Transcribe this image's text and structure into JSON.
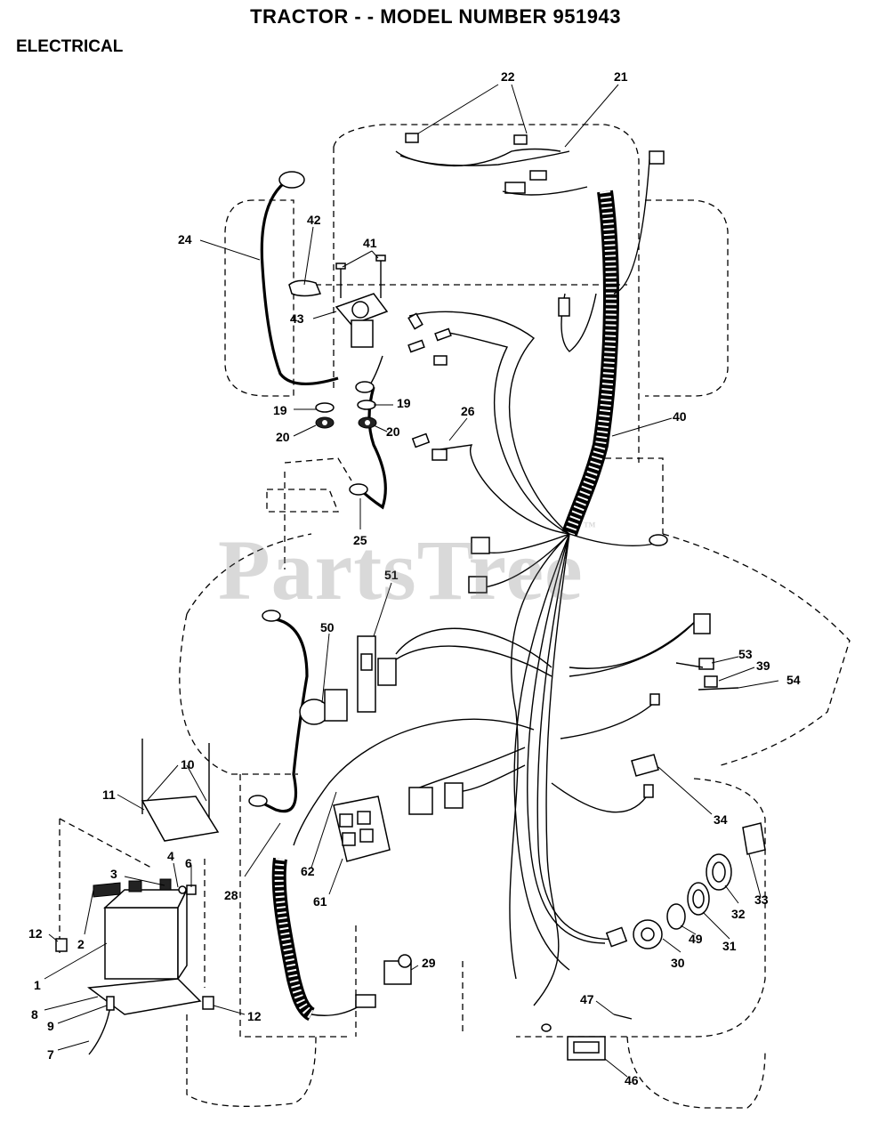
{
  "header": {
    "title": "TRACTOR - - MODEL NUMBER 951943",
    "section": "ELECTRICAL"
  },
  "watermark": {
    "text": "PartsTree",
    "trademark": "™"
  },
  "callouts": {
    "c1": "1",
    "c2": "2",
    "c3": "3",
    "c4": "4",
    "c6": "6",
    "c7": "7",
    "c8": "8",
    "c9": "9",
    "c10": "10",
    "c11": "11",
    "c12a": "12",
    "c12b": "12",
    "c19a": "19",
    "c19b": "19",
    "c20a": "20",
    "c20b": "20",
    "c21": "21",
    "c22": "22",
    "c24": "24",
    "c25": "25",
    "c26": "26",
    "c28": "28",
    "c29": "29",
    "c30": "30",
    "c31": "31",
    "c32": "32",
    "c33": "33",
    "c34": "34",
    "c39": "39",
    "c40": "40",
    "c41": "41",
    "c42": "42",
    "c43": "43",
    "c46": "46",
    "c47": "47",
    "c49": "49",
    "c50": "50",
    "c51": "51",
    "c53": "53",
    "c54": "54",
    "c61": "61",
    "c62": "62"
  }
}
